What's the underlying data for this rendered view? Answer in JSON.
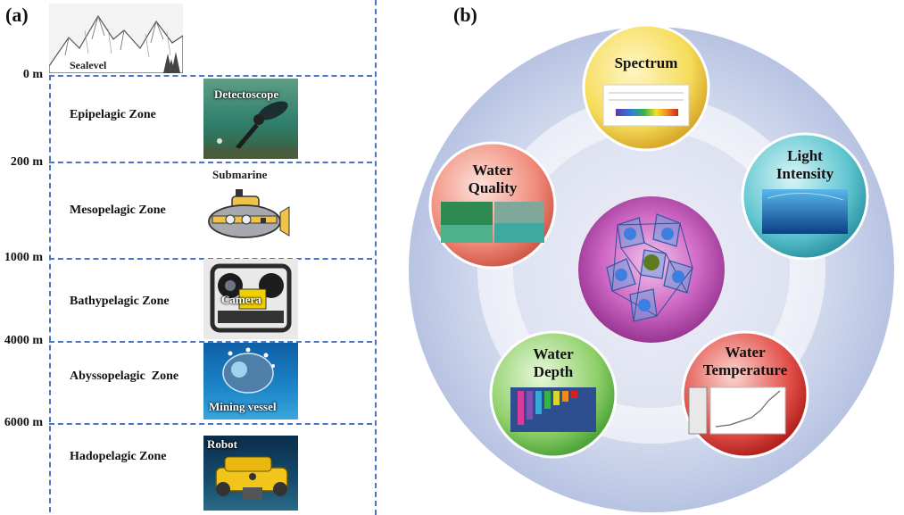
{
  "panel_a": {
    "label": "(a)",
    "sea_level": "Sealevel",
    "depths": [
      "0 m",
      "200 m",
      "1000 m",
      "4000 m",
      "6000 m"
    ],
    "zones": [
      "Epipelagic Zone",
      "Mesopelagic Zone",
      "Bathypelagic Zone",
      "Abyssopelagic  Zone",
      "Hadopelagic Zone"
    ],
    "devices": {
      "detectoscope": "Detectoscope",
      "submarine": "Submarine",
      "camera": "Camera",
      "mining_vessel": "Mining vessel",
      "robot": "Robot"
    }
  },
  "panel_b": {
    "label": "(b)",
    "bubbles": {
      "spectrum": "Spectrum",
      "light_intensity": [
        "Light",
        "Intensity"
      ],
      "water_quality": [
        "Water",
        "Quality"
      ],
      "water_depth": [
        "Water",
        "Depth"
      ],
      "water_temperature": [
        "Water",
        "Temperature"
      ]
    }
  },
  "colors": {
    "dash_line": "#4a74c4",
    "spectrum_bubble": "#f6dc5a",
    "light_bubble": "#5ec5d0",
    "quality_bubble": "#f08b7a",
    "depth_bubble": "#8fd06a",
    "temperature_bubble": "#e2504a",
    "center_bubble": "#b43fa8"
  }
}
